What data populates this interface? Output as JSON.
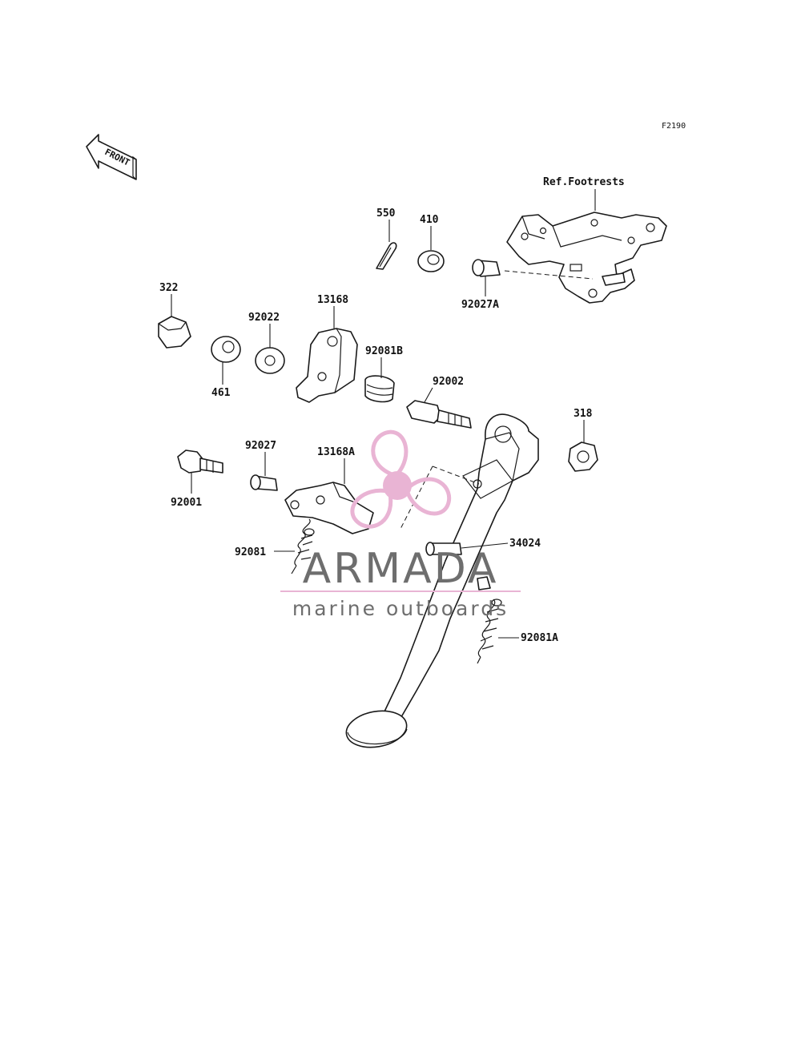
{
  "figure_code": "F2190",
  "front_label": "FRONT",
  "reference_label": "Ref.Footrests",
  "parts": [
    {
      "id": "p550",
      "label": "550"
    },
    {
      "id": "p410",
      "label": "410"
    },
    {
      "id": "p92027A",
      "label": "92027A"
    },
    {
      "id": "p322",
      "label": "322"
    },
    {
      "id": "p461",
      "label": "461"
    },
    {
      "id": "p92022",
      "label": "92022"
    },
    {
      "id": "p13168",
      "label": "13168"
    },
    {
      "id": "p92081B",
      "label": "92081B"
    },
    {
      "id": "p92002",
      "label": "92002"
    },
    {
      "id": "p318",
      "label": "318"
    },
    {
      "id": "p92001",
      "label": "92001"
    },
    {
      "id": "p92027",
      "label": "92027"
    },
    {
      "id": "p13168A",
      "label": "13168A"
    },
    {
      "id": "p92081",
      "label": "92081"
    },
    {
      "id": "p34024",
      "label": "34024"
    },
    {
      "id": "p92081A",
      "label": "92081A"
    }
  ],
  "watermark": {
    "title": "ARMADA",
    "subtitle": "marine outboards",
    "accent_color": "#e9b4d4",
    "text_color": "#6e6e6e"
  }
}
